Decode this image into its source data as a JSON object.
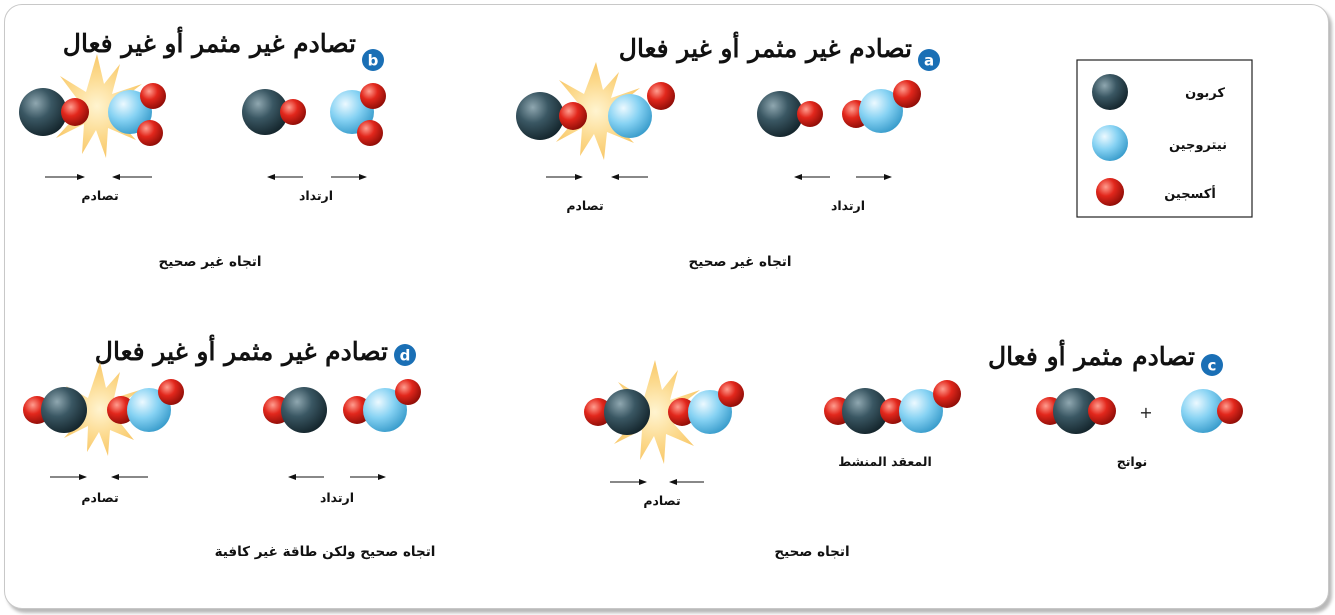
{
  "legend": {
    "carbon": "كربون",
    "nitrogen": "نيتروجين",
    "oxygen": "أكسجين"
  },
  "panels": {
    "a": {
      "badge": "a",
      "title": "تصادم غير مثمر أو غير فعال",
      "direction": "اتجاه غير صحيح",
      "left_label": "تصادم",
      "right_label": "ارتداد"
    },
    "b": {
      "badge": "b",
      "title": "تصادم غير مثمر أو غير فعال",
      "direction": "اتجاه غير صحيح",
      "left_label": "تصادم",
      "right_label": "ارتداد"
    },
    "c": {
      "badge": "c",
      "title": "تصادم مثمر أو فعال",
      "direction": "اتجاه صحيح",
      "left_label": "تصادم",
      "middle_label": "المعقد المنشط",
      "right_label": "نواتج",
      "plus": "+"
    },
    "d": {
      "badge": "d",
      "title": "تصادم غير مثمر أو غير فعال",
      "direction": "اتجاه صحيح ولكن طاقة غير كافية",
      "left_label": "تصادم",
      "right_label": "ارتداد"
    }
  },
  "colors": {
    "carbon": "#2c4a55",
    "nitrogen": "#7fd0f2",
    "oxygen": "#e0261c",
    "badge": "#1a6fb5",
    "burst": "#fbd68a"
  }
}
